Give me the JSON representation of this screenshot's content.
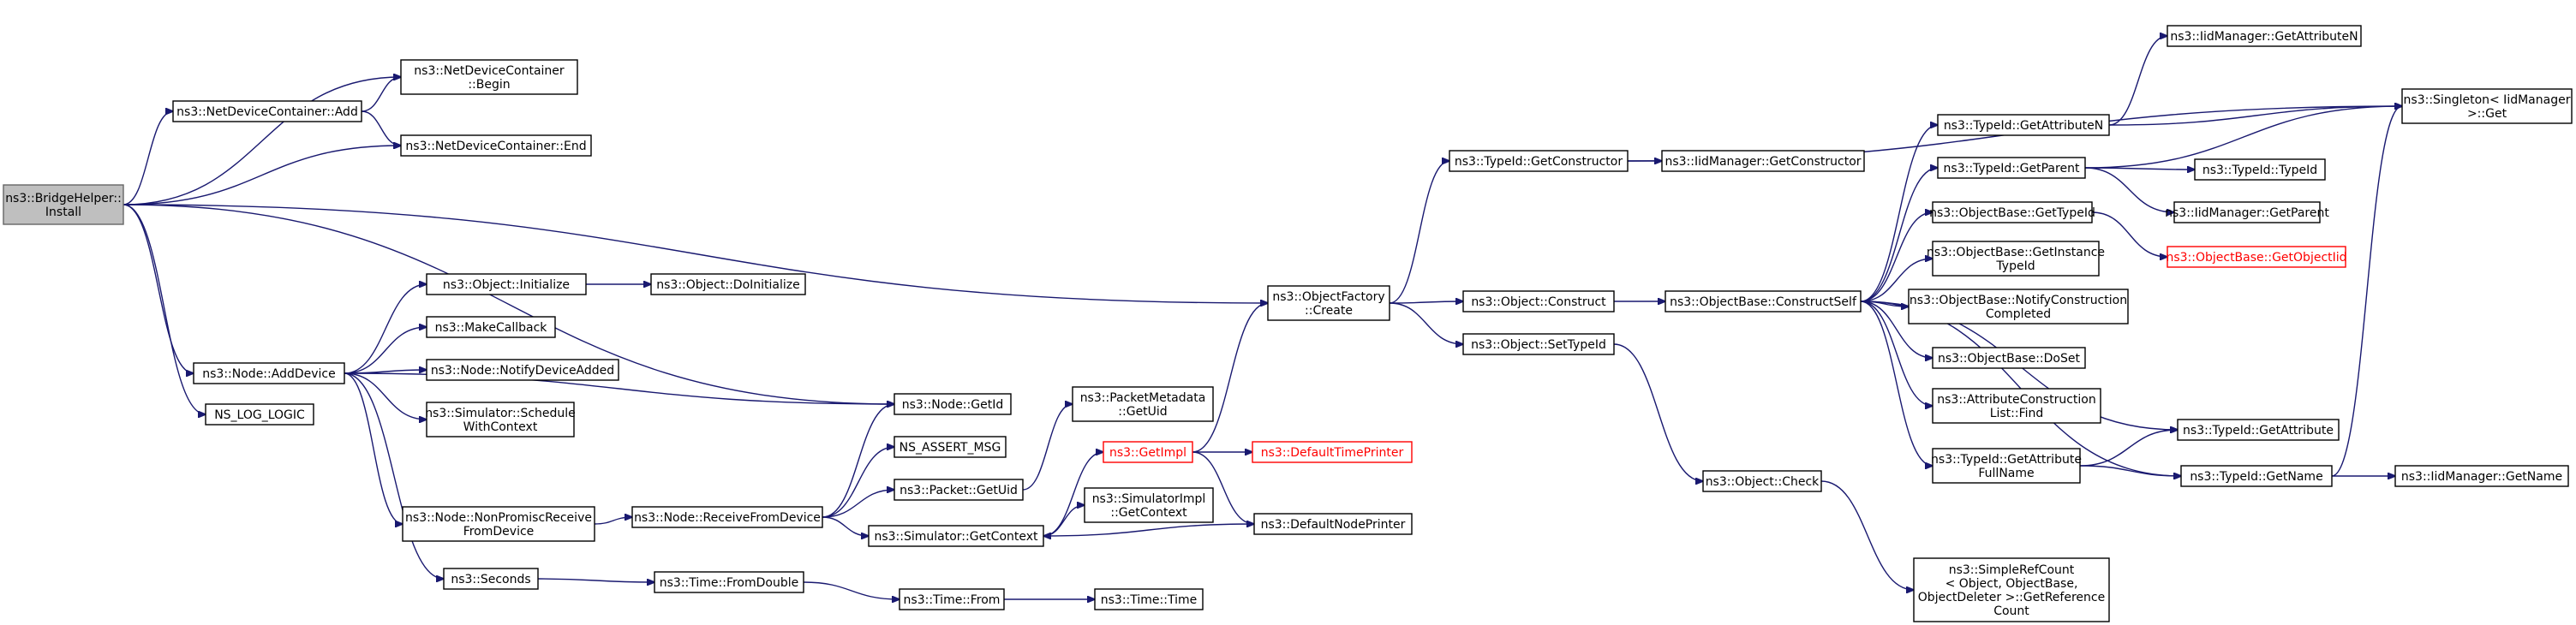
{
  "colors": {
    "edge": "#191970",
    "root_fill": "#bfbfbf",
    "missing_border": "#ff0000"
  },
  "nodes": {
    "bridge_install": "ns3::BridgeHelper::\nInstall",
    "ndc_add": "ns3::NetDeviceContainer::Add",
    "ndc_begin": "ns3::NetDeviceContainer\n::Begin",
    "ndc_end": "ns3::NetDeviceContainer::End",
    "node_adddevice": "ns3::Node::AddDevice",
    "ns_log_logic": "NS_LOG_LOGIC",
    "obj_initialize": "ns3::Object::Initialize",
    "obj_doinitialize": "ns3::Object::DoInitialize",
    "make_callback": "ns3::MakeCallback",
    "notify_device_added": "ns3::Node::NotifyDeviceAdded",
    "sched_with_context": "ns3::Simulator::Schedule\nWithContext",
    "node_getid": "ns3::Node::GetId",
    "ns_assert_msg": "NS_ASSERT_MSG",
    "packet_getuid": "ns3::Packet::GetUid",
    "nonpromisc": "ns3::Node::NonPromiscReceive\nFromDevice",
    "receive_from_device": "ns3::Node::ReceiveFromDevice",
    "sim_getcontext": "ns3::Simulator::GetContext",
    "seconds": "ns3::Seconds",
    "time_fromdouble": "ns3::Time::FromDouble",
    "time_from": "ns3::Time::From",
    "time_time": "ns3::Time::Time",
    "packet_metadata_getuid": "ns3::PacketMetadata\n::GetUid",
    "get_impl": "ns3::GetImpl",
    "default_time_printer": "ns3::DefaultTimePrinter",
    "simimpl_getcontext": "ns3::SimulatorImpl\n::GetContext",
    "default_node_printer": "ns3::DefaultNodePrinter",
    "objfactory_create": "ns3::ObjectFactory\n::Create",
    "typeid_getconstructor": "ns3::TypeId::GetConstructor",
    "iid_getconstructor": "ns3::IidManager::GetConstructor",
    "obj_construct": "ns3::Object::Construct",
    "obj_settypeid": "ns3::Object::SetTypeId",
    "objbase_constructself": "ns3::ObjectBase::ConstructSelf",
    "obj_check": "ns3::Object::Check",
    "simplerefcount": "ns3::SimpleRefCount\n< Object, ObjectBase,\nObjectDeleter >::GetReference\nCount",
    "typeid_getattributen": "ns3::TypeId::GetAttributeN",
    "iid_getattributen": "ns3::IidManager::GetAttributeN",
    "typeid_getparent": "ns3::TypeId::GetParent",
    "typeid_typeid": "ns3::TypeId::TypeId",
    "iid_getparent": "ns3::IidManager::GetParent",
    "objbase_gettypeid": "ns3::ObjectBase::GetTypeId",
    "objbase_getobjectiid": "ns3::ObjectBase::GetObjectIid",
    "objbase_getinstancetypeid": "ns3::ObjectBase::GetInstance\nTypeId",
    "objbase_notifyconstruction": "ns3::ObjectBase::NotifyConstruction\nCompleted",
    "objbase_doset": "ns3::ObjectBase::DoSet",
    "attr_construction_list_find": "ns3::AttributeConstruction\nList::Find",
    "typeid_getattributefullname": "ns3::TypeId::GetAttribute\nFullName",
    "typeid_getattribute": "ns3::TypeId::GetAttribute",
    "typeid_getname": "ns3::TypeId::GetName",
    "iid_getname": "ns3::IidManager::GetName",
    "singleton_get": "ns3::Singleton< IidManager\n>::Get"
  }
}
